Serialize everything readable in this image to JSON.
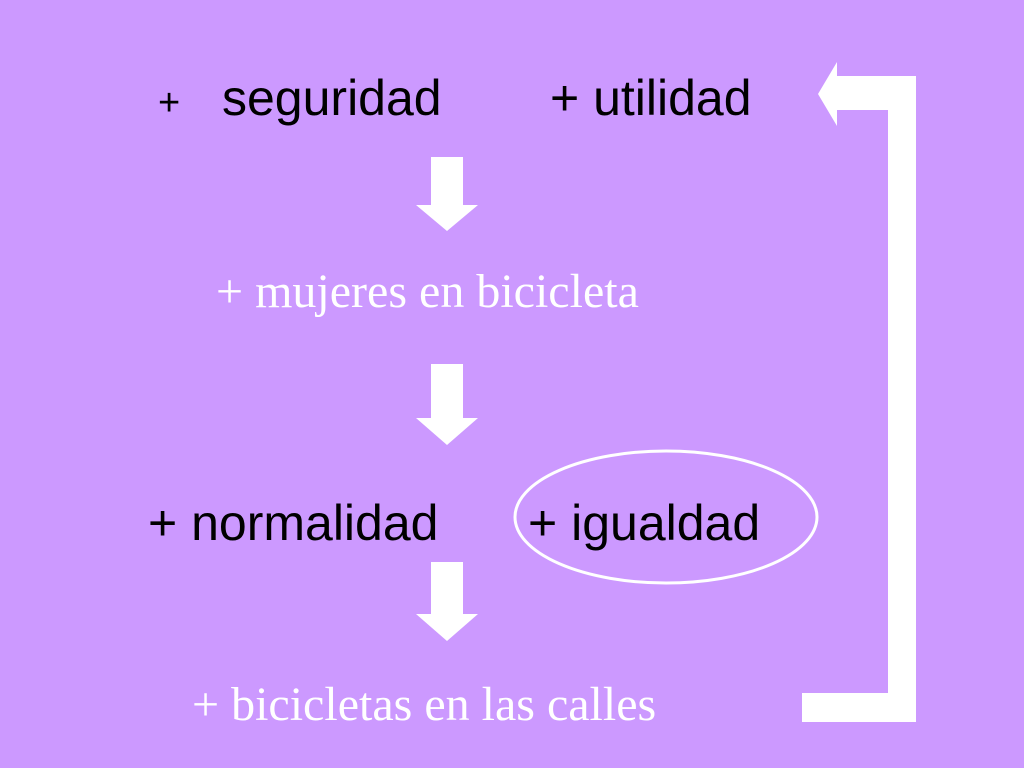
{
  "colors": {
    "background": "#cc99ff",
    "arrow": "#ffffff",
    "dark_text": "#000000",
    "light_text": "#ffffff"
  },
  "row1": {
    "plus": "+",
    "seguridad": "seguridad",
    "utilidad": "+ utilidad"
  },
  "row2": {
    "mujeres": "+ mujeres en bicicleta"
  },
  "row3": {
    "normalidad": "+ normalidad",
    "igualdad": "+ igualdad"
  },
  "row4": {
    "calles": "+ bicicletas en las calles"
  },
  "icons": {
    "down_arrow": "down-arrow-icon",
    "feedback_arrow": "feedback-loop-arrow-icon",
    "highlight": "highlight-ellipse"
  }
}
